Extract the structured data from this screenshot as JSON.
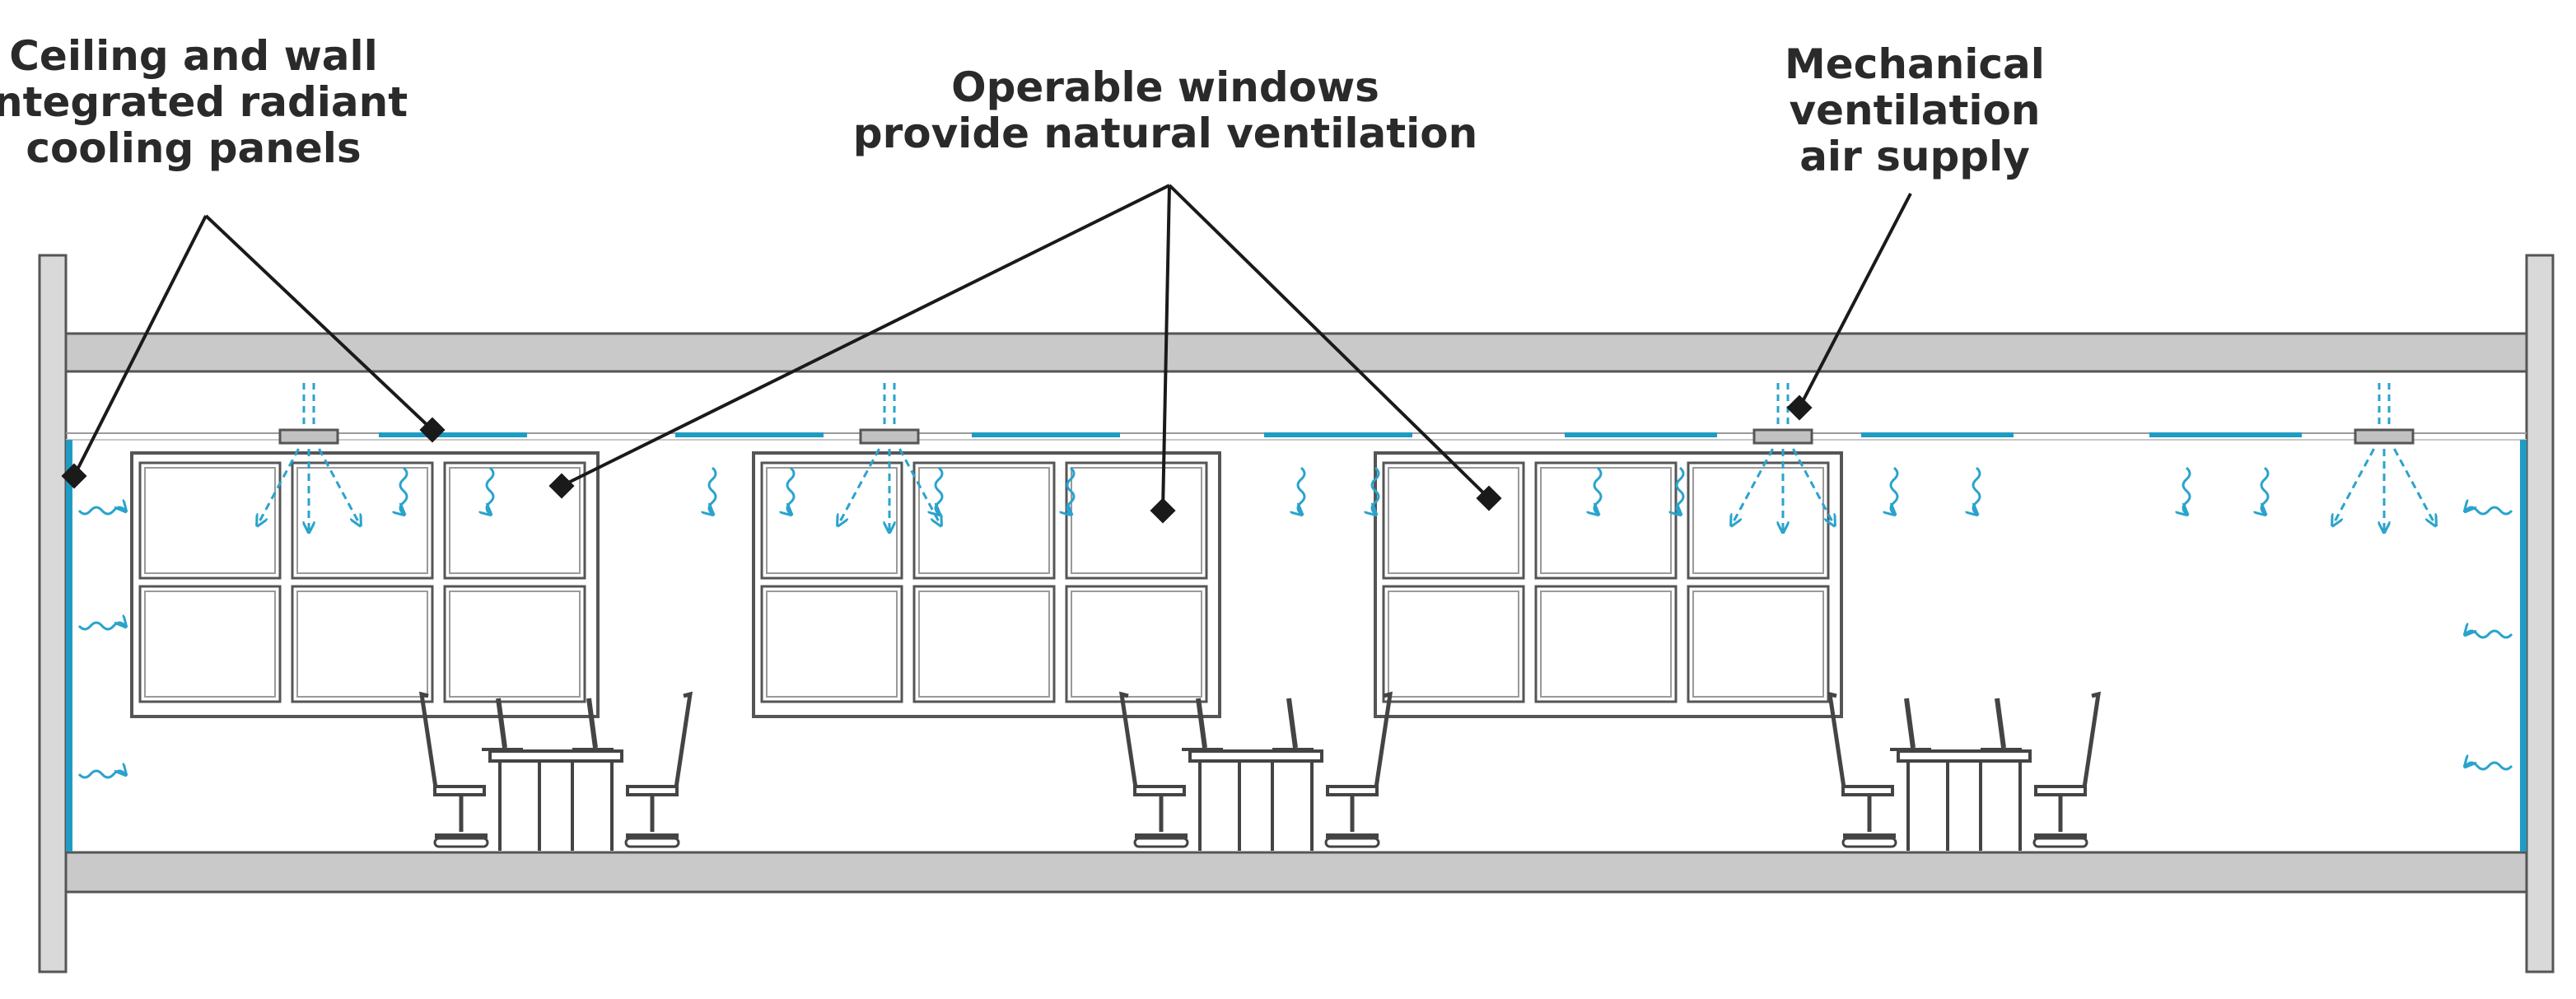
{
  "colors": {
    "structure": "#555555",
    "structure_fill": "#8a8a8a",
    "slab_fill": "#c9c9c9",
    "radiant_panel": "#1f9cc4",
    "airflow": "#2aa3cc",
    "leader": "#1a1a1a",
    "diffuser_fill": "#c2c2c2",
    "furniture": "#444444"
  },
  "labels": {
    "radiant": {
      "line1": "Ceiling and wall",
      "line2": "integrated radiant",
      "line3": "cooling panels"
    },
    "windows": {
      "line1": "Operable windows",
      "line2": "provide natural ventilation"
    },
    "mechanical": {
      "line1": "Mechanical",
      "line2": "ventilation",
      "line3": "air supply"
    }
  },
  "icons": {
    "leader_marker": "square-marker-icon",
    "diffuser": "air-diffuser-icon",
    "radiant_wave": "radiant-wave-icon",
    "supply_arrow": "dashed-arrow-icon",
    "workstation": "desk-chair-icon"
  }
}
